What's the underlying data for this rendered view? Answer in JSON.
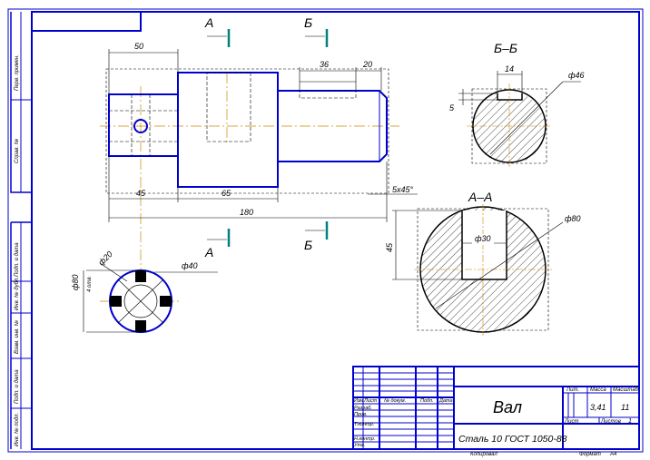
{
  "drawing": {
    "title": "Вал",
    "material": "Сталь 10 ГОСТ 1050-88",
    "mass": "3,41",
    "scale": "11",
    "sheets": "1",
    "format_label": "Формат",
    "format": "A4",
    "copied": "Копировал"
  },
  "sections": {
    "a_label": "А",
    "b_label": "Б",
    "bb_title": "Б–Б",
    "aa_title": "А–А"
  },
  "dimensions": {
    "d50": "50",
    "d36": "36",
    "d20": "20",
    "d45": "45",
    "d65": "65",
    "d180": "180",
    "chamfer": "5х45°",
    "bb_14": "14",
    "bb_5": "5",
    "bb_dia46": "ф46",
    "aa_dia80": "ф80",
    "aa_30": "ф30",
    "aa_45": "45",
    "end_dia40": "ф40",
    "end_dia20": "ф20",
    "end_dia80": "ф80",
    "end_4holes": "4 отв."
  },
  "title_block": {
    "col_izm": "Изм",
    "col_list": "Лист",
    "col_doc": "№ докум.",
    "col_sign": "Подп.",
    "col_date": "Дата",
    "row_razrab": "Разраб.",
    "row_prov": "Пров.",
    "row_tkontr": "Т.контр.",
    "row_nkontr": "Н.контр.",
    "row_utv": "Утв.",
    "lit_label": "Лит.",
    "mass_label": "Масса",
    "scale_label": "Масштаб",
    "list_label": "Лист",
    "sheets_label": "Листов"
  },
  "side_stamps": {
    "perv_primen": "Перв. примен.",
    "sprav": "Справ. №",
    "podp_data_1": "Подп. и дата",
    "inv_dubl": "Инв. № дубл.",
    "vzam_inv": "Взам. инв. №",
    "podp_data_2": "Подп. и дата",
    "inv_podl": "Инв. № подл."
  },
  "colors": {
    "outline": "#0000cc",
    "frame": "#0000cc",
    "axis": "#cc8800",
    "section_arrow": "#008080",
    "dim": "#000000"
  }
}
